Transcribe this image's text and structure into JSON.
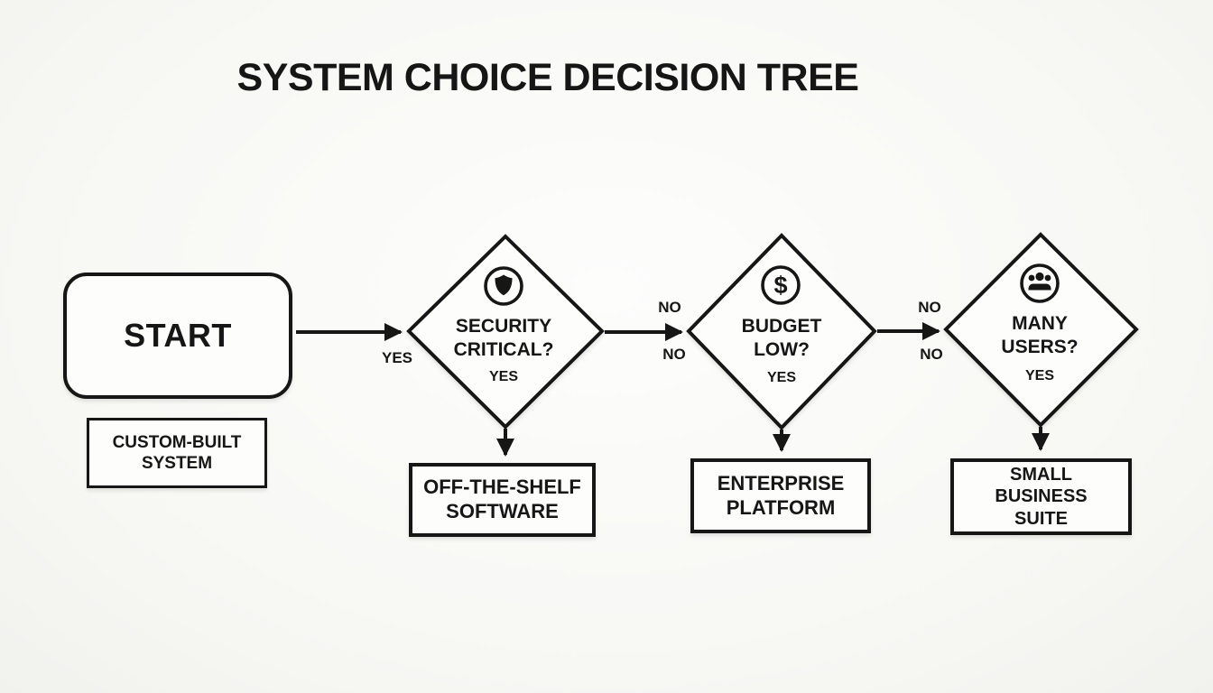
{
  "title": "SYSTEM CHOICE DECISION TREE",
  "colors": {
    "line": "#161616",
    "text": "#161616",
    "node_fill": "#fdfdfc",
    "background": "#f7f7f4"
  },
  "nodes": {
    "start": {
      "type": "start",
      "label": "START"
    },
    "custom_built": {
      "type": "outcome",
      "label": "CUSTOM-BUILT\nSYSTEM"
    },
    "security": {
      "type": "decision",
      "icon": "shield-icon",
      "question": "SECURITY\nCRITICAL?",
      "branch_label": "YES"
    },
    "budget": {
      "type": "decision",
      "icon": "dollar-icon",
      "question": "BUDGET\nLOW?",
      "branch_label": "YES"
    },
    "users": {
      "type": "decision",
      "icon": "users-icon",
      "question": "MANY\nUSERS?",
      "branch_label": "YES"
    },
    "off_the_shelf": {
      "type": "outcome",
      "label": "OFF-THE-SHELF\nSOFTWARE"
    },
    "enterprise": {
      "type": "outcome",
      "label": "ENTERPRISE\nPLATFORM"
    },
    "small_business": {
      "type": "outcome",
      "label": "SMALL\nBUSINESS\nSUITE"
    }
  },
  "edges": {
    "start_to_security": {
      "label": "YES"
    },
    "security_to_budget": {
      "label_above": "NO",
      "label_below": "NO"
    },
    "budget_to_users": {
      "label_above": "NO",
      "label_below": "NO"
    },
    "security_to_off_the_shelf": {
      "label": ""
    },
    "budget_to_enterprise": {
      "label": ""
    },
    "users_to_small_business": {
      "label": ""
    }
  }
}
